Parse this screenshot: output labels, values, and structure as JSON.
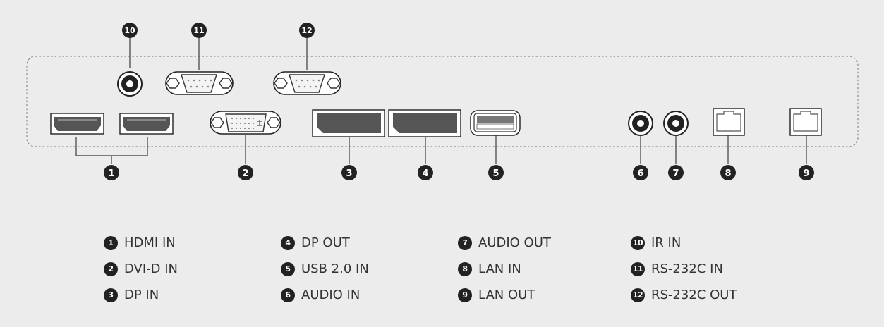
{
  "ports": [
    {
      "number": "1",
      "label": "HDMI IN"
    },
    {
      "number": "2",
      "label": "DVI-D IN"
    },
    {
      "number": "3",
      "label": "DP IN"
    },
    {
      "number": "4",
      "label": "DP OUT"
    },
    {
      "number": "5",
      "label": "USB 2.0 IN"
    },
    {
      "number": "6",
      "label": "AUDIO IN"
    },
    {
      "number": "7",
      "label": "AUDIO OUT"
    },
    {
      "number": "8",
      "label": "LAN IN"
    },
    {
      "number": "9",
      "label": "LAN OUT"
    },
    {
      "number": "10",
      "label": "IR IN"
    },
    {
      "number": "11",
      "label": "RS-232C IN"
    },
    {
      "number": "12",
      "label": "RS-232C OUT"
    }
  ],
  "colors": {
    "background": "#ececec",
    "outline": "#222222",
    "port_fill": "#ffffff",
    "port_hole": "#555555",
    "leader": "#555555",
    "text": "#333333",
    "badge": "#222222"
  }
}
